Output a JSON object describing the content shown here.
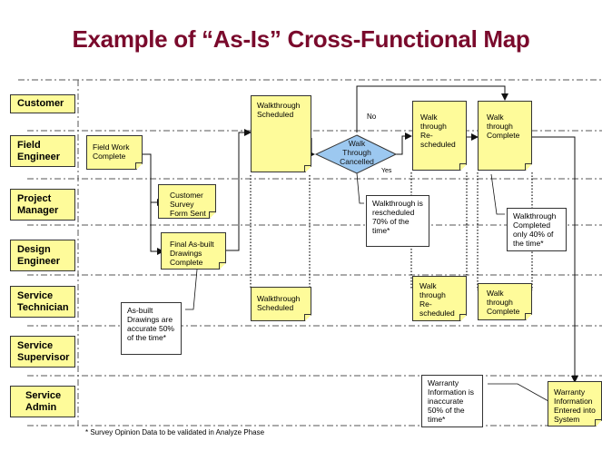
{
  "title": "Example of “As-Is” Cross-Functional Map",
  "lanes": [
    {
      "label": "Customer"
    },
    {
      "label": "Field Engineer"
    },
    {
      "label": "Project Manager"
    },
    {
      "label": "Design Engineer"
    },
    {
      "label": "Service Technician"
    },
    {
      "label": "Service Supervisor"
    },
    {
      "label": "Service Admin"
    }
  ],
  "steps": {
    "field_work_complete": "Field Work Complete",
    "customer_survey_form_sent": "Customer Survey Form Sent",
    "final_as_built_drawings_complete": "Final As-built Drawings Complete",
    "walkthrough_scheduled_customer": "Walkthrough Scheduled",
    "walkthrough_rescheduled_customer": "Walk through Re-scheduled",
    "walkthrough_complete_customer": "Walk through Complete",
    "walkthrough_scheduled_tech": "Walkthrough Scheduled",
    "walkthrough_rescheduled_tech": "Walk through Re-scheduled",
    "walkthrough_complete_tech": "Walk through Complete",
    "warranty_info_entered": "Warranty Information Entered into System"
  },
  "decision": {
    "label": "Walk Through Cancelled",
    "no_label": "No",
    "yes_label": "Yes"
  },
  "callouts": {
    "as_built_accuracy": "As-built Drawings are accurate 50% of the time*",
    "walkthrough_rescheduled_rate": "Walkthrough is rescheduled 70% of the time*",
    "walkthrough_completed_rate": "Walkthrough Completed only 40% of the time*",
    "warranty_inaccurate_rate": "Warranty Information is inaccurate 50% of the time*"
  },
  "footnote": "* Survey Opinion Data to be validated in Analyze Phase",
  "colors": {
    "title": "#7a0a2c",
    "note_fill": "#fefb9a",
    "decision_fill": "#9cc8f0"
  }
}
